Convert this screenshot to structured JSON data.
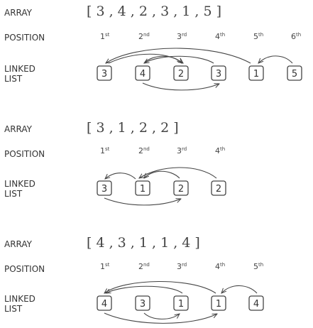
{
  "labels": {
    "array": "ARRAY",
    "position": "POSITION",
    "linked_list_line1": "LINKED",
    "linked_list_line2": "LIST"
  },
  "diagrams": [
    {
      "array_text": "[ 3 , 4 , 2 , 3 , 1 , 5 ]",
      "positions": [
        {
          "n": "1",
          "suf": "st"
        },
        {
          "n": "2",
          "suf": "nd"
        },
        {
          "n": "3",
          "suf": "rd"
        },
        {
          "n": "4",
          "suf": "th"
        },
        {
          "n": "5",
          "suf": "th"
        },
        {
          "n": "6",
          "suf": "th"
        }
      ],
      "nodes": [
        "3",
        "4",
        "2",
        "3",
        "1",
        "5"
      ]
    },
    {
      "array_text": "[ 3 , 1 , 2 , 2 ]",
      "positions": [
        {
          "n": "1",
          "suf": "st"
        },
        {
          "n": "2",
          "suf": "nd"
        },
        {
          "n": "3",
          "suf": "rd"
        },
        {
          "n": "4",
          "suf": "th"
        }
      ],
      "nodes": [
        "3",
        "1",
        "2",
        "2"
      ]
    },
    {
      "array_text": "[ 4 , 3 , 1 , 1 , 4 ]",
      "positions": [
        {
          "n": "1",
          "suf": "st"
        },
        {
          "n": "2",
          "suf": "nd"
        },
        {
          "n": "3",
          "suf": "rd"
        },
        {
          "n": "4",
          "suf": "th"
        },
        {
          "n": "5",
          "suf": "th"
        }
      ],
      "nodes": [
        "4",
        "3",
        "1",
        "1",
        "4"
      ]
    }
  ]
}
